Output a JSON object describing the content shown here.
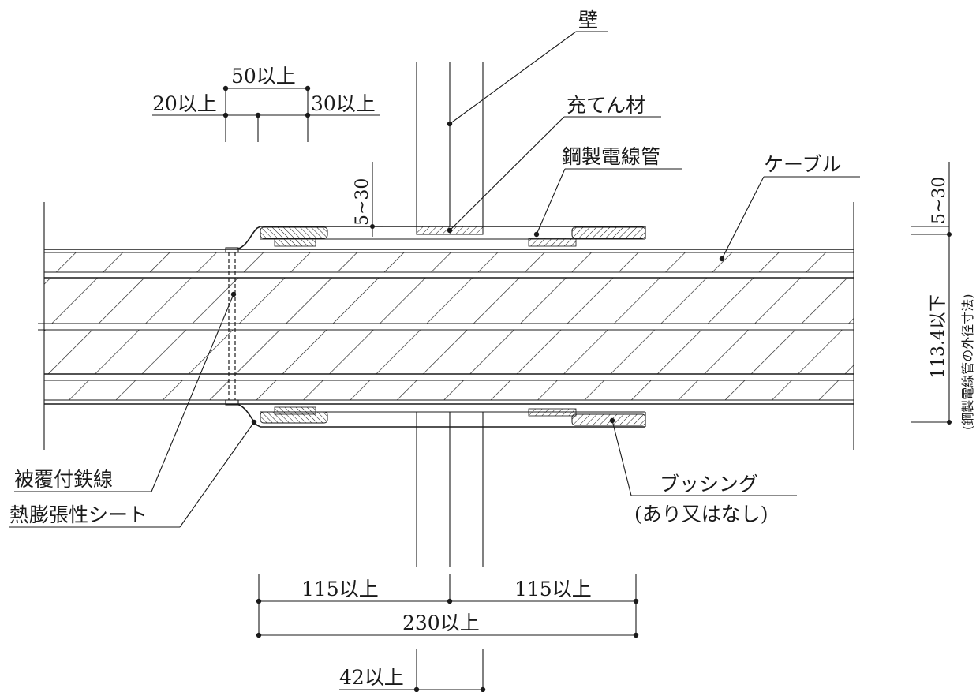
{
  "labels": {
    "wall": "壁",
    "filler": "充てん材",
    "steel_conduit": "鋼製電線管",
    "cable": "ケーブル",
    "coated_wire": "被覆付鉄線",
    "thermal_sheet": "熱膨張性シート",
    "bushing": "ブッシング",
    "bushing_note": "(あり又はなし)"
  },
  "dimensions": {
    "d_50": "50以上",
    "d_20": "20以上",
    "d_30": "30以上",
    "d_5_30_left": "5~30",
    "d_5_30_right": "5~30",
    "d_113": "113.4以下",
    "d_113_note": "(鋼製電線管の外径寸法)",
    "d_115_left": "115以上",
    "d_115_right": "115以上",
    "d_230": "230以上",
    "d_42": "42以上"
  }
}
